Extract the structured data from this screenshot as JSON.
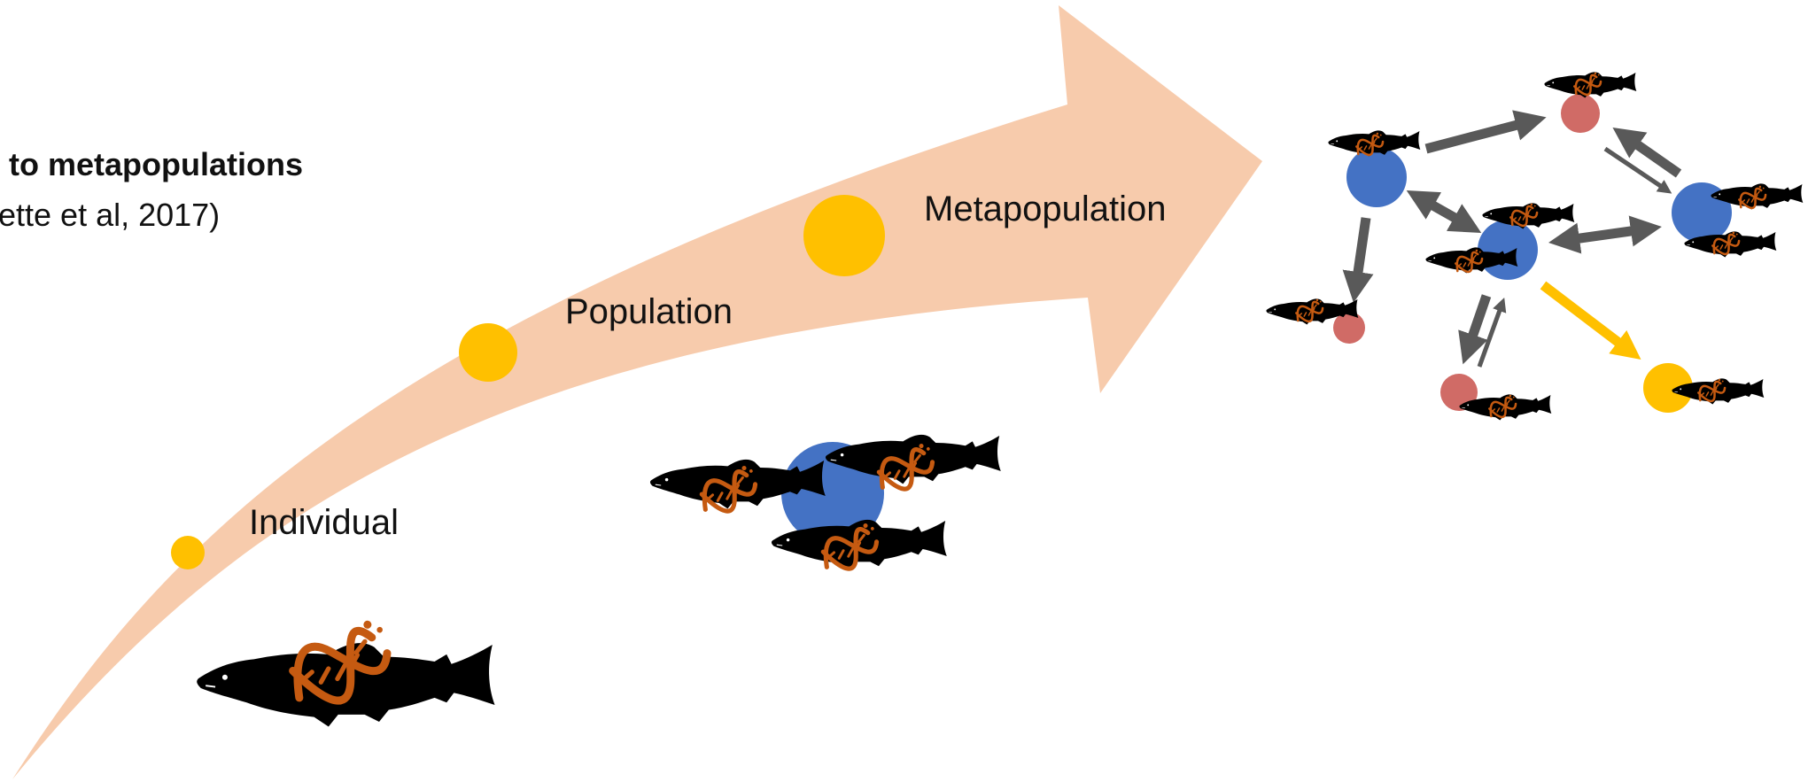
{
  "title": "to metapopulations",
  "citation": "ette et al, 2017)",
  "stages": {
    "individual": "Individual",
    "population": "Population",
    "metapopulation": "Metapopulation"
  },
  "icons": {
    "organism": "fish-icon",
    "genome": "dna-icon",
    "subpopulation": "circle-node-icon"
  },
  "colors": {
    "arrow": "#f7cbac",
    "stage_dot": "#ffc000",
    "large_population": "#4472c4",
    "small_population": "#d06b66",
    "new_population": "#ffc000",
    "migration": "#595959",
    "colonization": "#ffc000",
    "fish": "#000000",
    "dna": "#c55a11"
  }
}
